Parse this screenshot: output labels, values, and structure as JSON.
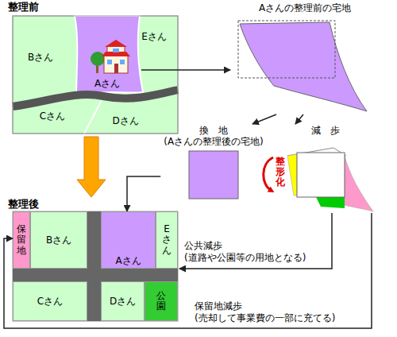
{
  "diagram": {
    "nodes": [
      {
        "text": [
          "整理前"
        ]
      },
      {
        "text": [
          "Bさん"
        ],
        "in": 0
      },
      {
        "text": [
          "Aさん"
        ],
        "in": 0
      },
      {
        "text": [
          "Eさん"
        ],
        "in": 0
      },
      {
        "text": [
          "Cさん"
        ],
        "in": 0
      },
      {
        "text": [
          "Dさん"
        ],
        "in": 0
      },
      {
        "text": [
          "Aさんの整理前の宅地"
        ]
      },
      {
        "text": [
          "換　地",
          "(Aさんの整理後の宅地)"
        ]
      },
      {
        "text": [
          "減　歩"
        ]
      },
      {
        "text": [
          "整理後"
        ]
      },
      {
        "text": [
          "保留地"
        ],
        "in": 9
      },
      {
        "text": [
          "Bさん"
        ],
        "in": 9
      },
      {
        "text": [
          "Aさん"
        ],
        "in": 9
      },
      {
        "text": [
          "Eさん"
        ],
        "in": 9
      },
      {
        "text": [
          "Cさん"
        ],
        "in": 9
      },
      {
        "text": [
          "Dさん"
        ],
        "in": 9
      },
      {
        "text": [
          "公園"
        ],
        "in": 9
      }
    ],
    "edges": [
      {
        "from": 2,
        "to": 6,
        "arrow": "to"
      },
      {
        "from": 6,
        "to": 7,
        "arrow": "to"
      },
      {
        "from": 6,
        "to": 8,
        "arrow": "to"
      },
      {
        "from": 7,
        "to": 12,
        "arrow": "to"
      },
      {
        "from": 0,
        "to": 9,
        "arrow": "to"
      },
      {
        "from": 8,
        "to": 9,
        "label": "公共減歩 (道路や公園等の用地となる)",
        "arrow": "to"
      },
      {
        "from": 8,
        "to": 10,
        "label": "保留地減歩 (売却して事業費の一部に充てる)",
        "arrow": "to"
      }
    ],
    "labels": [
      "整形化"
    ]
  }
}
